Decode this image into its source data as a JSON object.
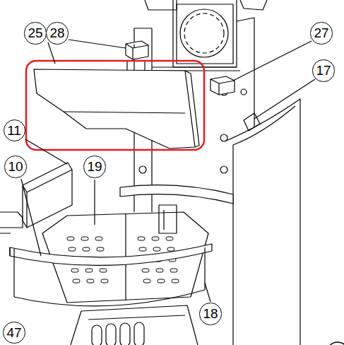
{
  "diagram": {
    "labels": [
      "25",
      "28",
      "27",
      "17",
      "11",
      "10",
      "19",
      "18",
      "47"
    ]
  }
}
